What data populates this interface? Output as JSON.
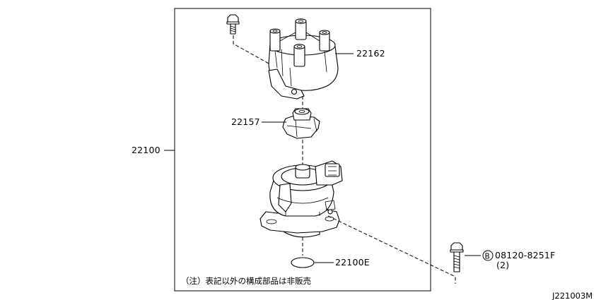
{
  "labels": {
    "assembly": "22100",
    "cap": "22162",
    "rotor": "22157",
    "oring": "22100E",
    "bolt_code": "B",
    "bolt_part": "08120-8251F",
    "bolt_qty": "(2)",
    "note": "（注）表記以外の構成部品は非販売",
    "diagram_id": "J221003M"
  }
}
